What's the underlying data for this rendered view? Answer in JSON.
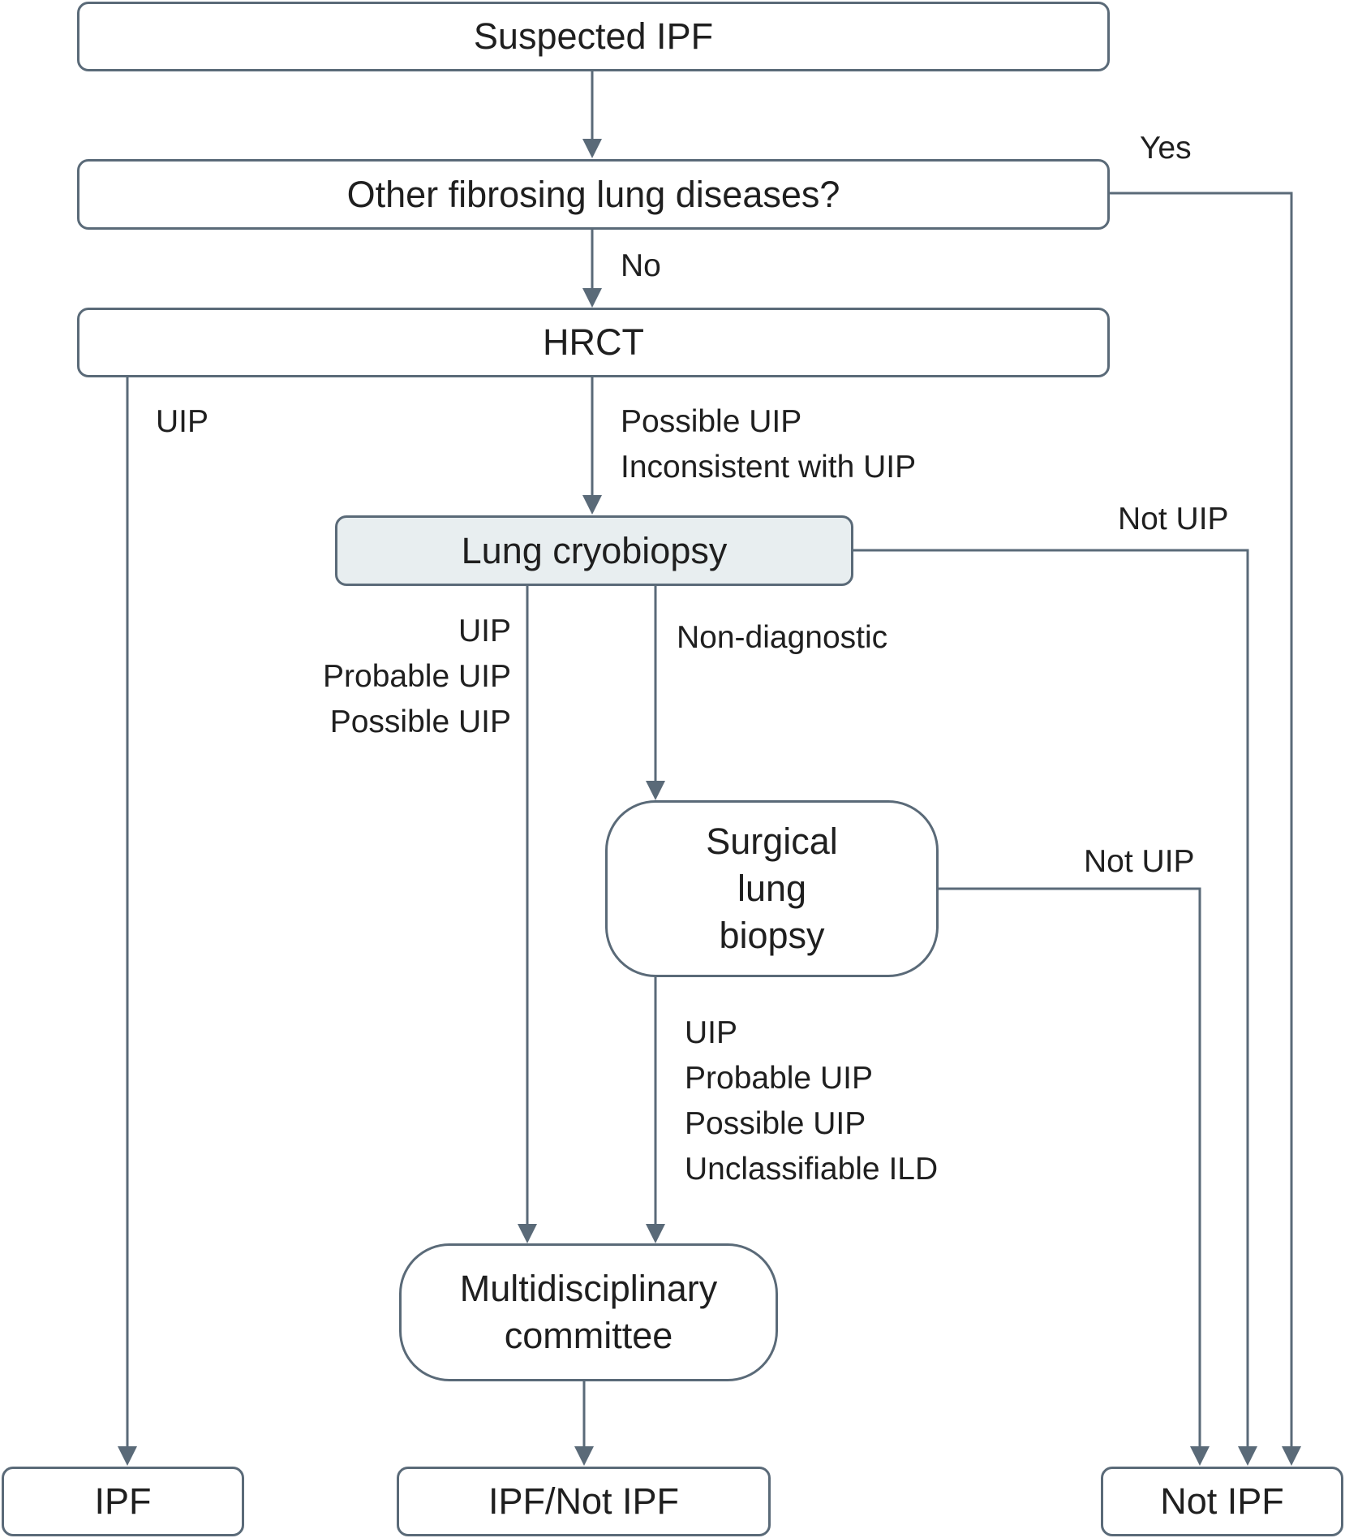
{
  "nodes": {
    "suspected_ipf": "Suspected IPF",
    "other_fibrosing": "Other fibrosing lung diseases?",
    "hrct": "HRCT",
    "lung_cryobiopsy": "Lung cryobiopsy",
    "surgical_biopsy": [
      "Surgical",
      "lung",
      "biopsy"
    ],
    "mdc": [
      "Multidisciplinary",
      "committee"
    ],
    "ipf": "IPF",
    "ipf_not_ipf": "IPF/Not IPF",
    "not_ipf": "Not IPF"
  },
  "labels": {
    "yes": "Yes",
    "no": "No",
    "hrct_uip": "UIP",
    "hrct_possible": [
      "Possible UIP",
      "Inconsistent with UIP"
    ],
    "cryo_not_uip": "Not UIP",
    "cryo_uip": [
      "UIP",
      "Probable UIP",
      "Possible UIP"
    ],
    "cryo_nondiagnostic": "Non-diagnostic",
    "surgical_not_uip": "Not UIP",
    "surgical_results": [
      "UIP",
      "Probable UIP",
      "Possible UIP",
      "Unclassifiable ILD"
    ]
  },
  "colors": {
    "line": "#5a6a78",
    "shaded_fill": "#e8eef0"
  }
}
